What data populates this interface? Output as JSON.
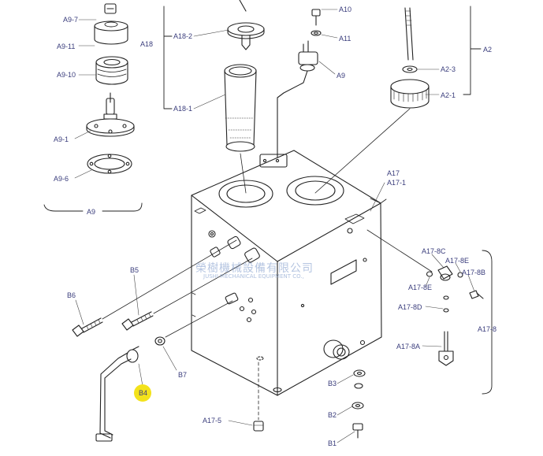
{
  "callouts": {
    "a9_7": "A9-7",
    "a9_11": "A9-11",
    "a9_10": "A9-10",
    "a9_1": "A9-1",
    "a9_6": "A9-6",
    "a9": "A9",
    "a18": "A18",
    "a18_2": "A18-2",
    "a18_1": "A18-1",
    "a10": "A10",
    "a11": "A11",
    "a9_valve": "A9",
    "a2": "A2",
    "a2_3": "A2-3",
    "a2_1": "A2-1",
    "a17": "A17",
    "a17_1": "A17-1",
    "a17_8c": "A17-8C",
    "a17_8e_1": "A17-8E",
    "a17_8e_2": "A17-8E",
    "a17_8b": "A17-8B",
    "a17_8d": "A17-8D",
    "a17_8": "A17-8",
    "a17_8a": "A17-8A",
    "a17_5": "A17-5",
    "b5": "B5",
    "b6": "B6",
    "b7": "B7",
    "b4": "B4",
    "b3": "B3",
    "b2": "B2",
    "b1": "B1"
  },
  "watermark": {
    "company_cn": "榮樹機械設備有限公司",
    "company_en": "JUSHI MECHANICAL EQUIPMENT CO.,"
  },
  "colors": {
    "label": "#3a3d7c",
    "drawing": "#222222",
    "highlight": "#f3e21b",
    "watermark": "#7896c8"
  }
}
